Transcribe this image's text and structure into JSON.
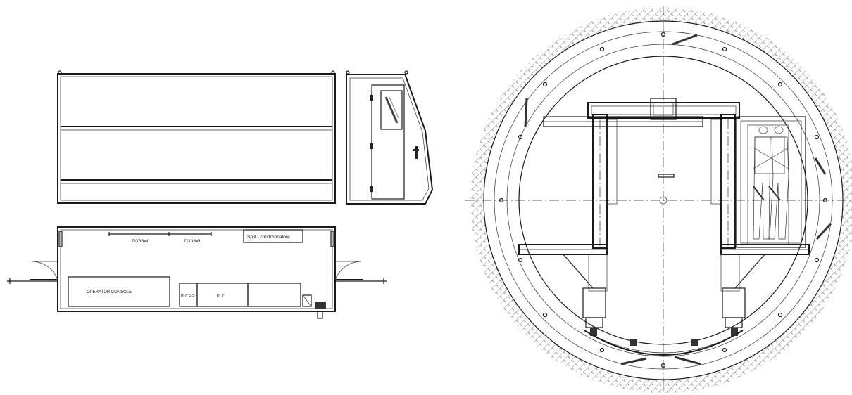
{
  "labels": {
    "unit_a": "DX36W",
    "unit_b": "DX36W",
    "split": "Split - condizionatore",
    "console": "OPERATOR CONSOLE",
    "cabinet_small": "PLC EG",
    "plc": "PLC"
  },
  "colors": {
    "line": "#1a1a1a",
    "hatch_light": "#b8b8b8",
    "hatch_dark": "#555555",
    "soil": "#666666"
  }
}
